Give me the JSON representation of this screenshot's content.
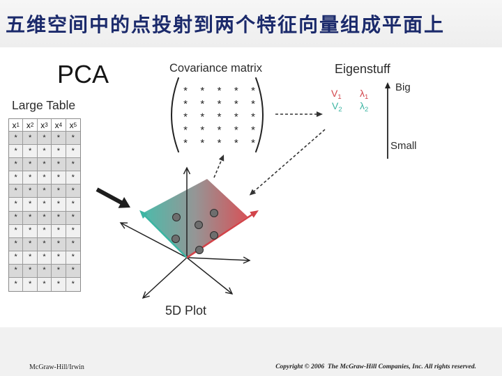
{
  "slide": {
    "title": "五维空间中的点投射到两个特征向量组成平面上",
    "footer_left": "McGraw-Hill/Irwin",
    "footer_right": "Copyright © 2006  The McGraw-Hill Companies, Inc. All rights reserved."
  },
  "diagram": {
    "heading": "PCA",
    "table": {
      "caption": "Large Table",
      "headers": [
        {
          "var": "x",
          "index": "1"
        },
        {
          "var": "x",
          "index": "2"
        },
        {
          "var": "x",
          "index": "3"
        },
        {
          "var": "x",
          "index": "4"
        },
        {
          "var": "x",
          "index": "5"
        }
      ],
      "rows": [
        [
          "*",
          "*",
          "*",
          "*",
          "*"
        ],
        [
          "*",
          "*",
          "*",
          "*",
          "*"
        ],
        [
          "*",
          "*",
          "*",
          "*",
          "*"
        ],
        [
          "*",
          "*",
          "*",
          "*",
          "*"
        ],
        [
          "*",
          "*",
          "*",
          "*",
          "*"
        ],
        [
          "*",
          "*",
          "*",
          "*",
          "*"
        ],
        [
          "*",
          "*",
          "*",
          "*",
          "*"
        ],
        [
          "*",
          "*",
          "*",
          "*",
          "*"
        ],
        [
          "*",
          "*",
          "*",
          "*",
          "*"
        ],
        [
          "*",
          "*",
          "*",
          "*",
          "*"
        ],
        [
          "*",
          "*",
          "*",
          "*",
          "*"
        ],
        [
          "*",
          "*",
          "*",
          "*",
          "*"
        ]
      ]
    },
    "covariance": {
      "label": "Covariance matrix",
      "entries": [
        [
          "*",
          "*",
          "*",
          "*",
          "*"
        ],
        [
          "*",
          "*",
          "*",
          "*",
          "*"
        ],
        [
          "*",
          "*",
          "*",
          "*",
          "*"
        ],
        [
          "*",
          "*",
          "*",
          "*",
          "*"
        ],
        [
          "*",
          "*",
          "*",
          "*",
          "*"
        ]
      ]
    },
    "eigen": {
      "label": "Eigenstuff",
      "pairs": [
        {
          "vector": "V",
          "vector_index": "1",
          "value": "λ",
          "value_index": "1",
          "color": "#d2444a"
        },
        {
          "vector": "V",
          "vector_index": "2",
          "value": "λ",
          "value_index": "2",
          "color": "#3db5a3"
        }
      ],
      "scale_top": "Big",
      "scale_bottom": "Small"
    },
    "plot": {
      "label": "5D Plot"
    }
  }
}
